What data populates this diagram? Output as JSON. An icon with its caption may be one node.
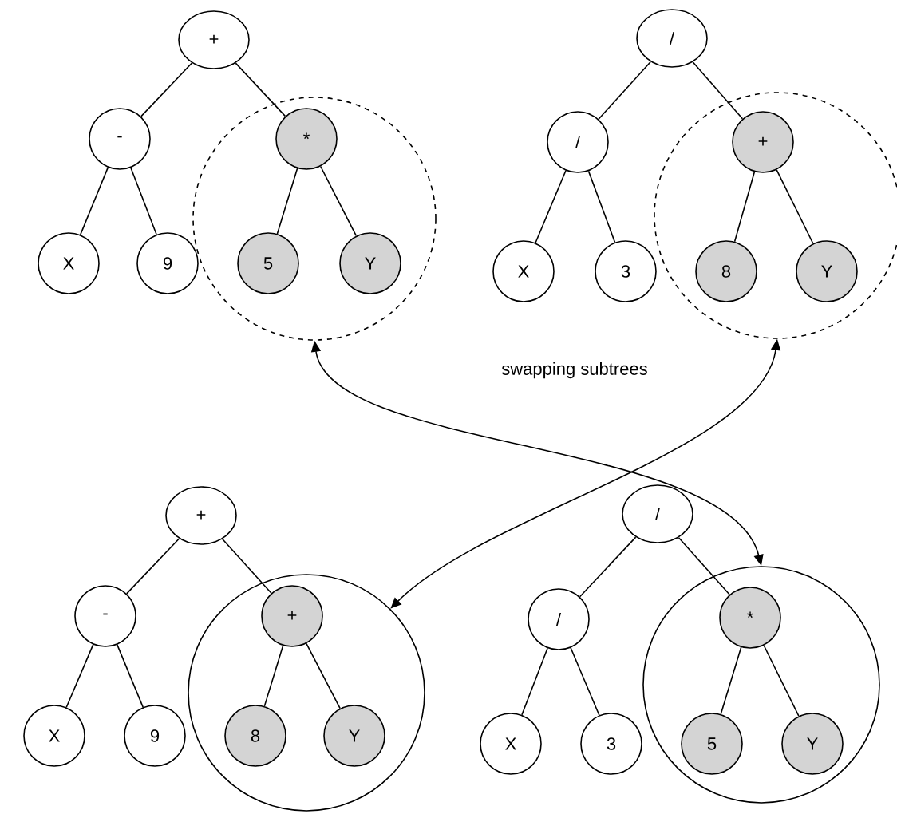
{
  "diagram": {
    "nodes": [
      {
        "text": [
          "+"
        ]
      },
      {
        "text": [
          "-"
        ]
      },
      {
        "text": [
          "X"
        ]
      },
      {
        "text": [
          "9"
        ]
      },
      {
        "text": [],
        "shape": "circle"
      },
      {
        "text": [
          "*"
        ],
        "in": 4
      },
      {
        "text": [
          "5"
        ],
        "in": 4
      },
      {
        "text": [
          "Y"
        ],
        "in": 4
      },
      {
        "text": [
          "/"
        ]
      },
      {
        "text": [
          "/"
        ]
      },
      {
        "text": [
          "X"
        ]
      },
      {
        "text": [
          "3"
        ]
      },
      {
        "text": [],
        "shape": "circle"
      },
      {
        "text": [
          "+"
        ],
        "in": 12
      },
      {
        "text": [
          "8"
        ],
        "in": 12
      },
      {
        "text": [
          "Y"
        ],
        "in": 12
      },
      {
        "text": [
          "+"
        ]
      },
      {
        "text": [
          "-"
        ]
      },
      {
        "text": [
          "X"
        ]
      },
      {
        "text": [
          "9"
        ]
      },
      {
        "text": [],
        "shape": "circle"
      },
      {
        "text": [
          "+"
        ],
        "in": 20
      },
      {
        "text": [
          "8"
        ],
        "in": 20
      },
      {
        "text": [
          "Y"
        ],
        "in": 20
      },
      {
        "text": [
          "/"
        ]
      },
      {
        "text": [
          "/"
        ]
      },
      {
        "text": [
          "X"
        ]
      },
      {
        "text": [
          "3"
        ]
      },
      {
        "text": [],
        "shape": "circle"
      },
      {
        "text": [
          "*"
        ],
        "in": 28
      },
      {
        "text": [
          "5"
        ],
        "in": 28
      },
      {
        "text": [
          "Y"
        ],
        "in": 28
      }
    ],
    "edges": [
      {
        "from": 0,
        "to": 1,
        "arrow": "none"
      },
      {
        "from": 0,
        "to": 5,
        "arrow": "none"
      },
      {
        "from": 1,
        "to": 2,
        "arrow": "none"
      },
      {
        "from": 1,
        "to": 3,
        "arrow": "none"
      },
      {
        "from": 5,
        "to": 6,
        "arrow": "none"
      },
      {
        "from": 5,
        "to": 7,
        "arrow": "none"
      },
      {
        "from": 8,
        "to": 9,
        "arrow": "none"
      },
      {
        "from": 8,
        "to": 13,
        "arrow": "none"
      },
      {
        "from": 9,
        "to": 10,
        "arrow": "none"
      },
      {
        "from": 9,
        "to": 11,
        "arrow": "none"
      },
      {
        "from": 13,
        "to": 14,
        "arrow": "none"
      },
      {
        "from": 13,
        "to": 15,
        "arrow": "none"
      },
      {
        "from": 16,
        "to": 17,
        "arrow": "none"
      },
      {
        "from": 16,
        "to": 21,
        "arrow": "none"
      },
      {
        "from": 17,
        "to": 18,
        "arrow": "none"
      },
      {
        "from": 17,
        "to": 19,
        "arrow": "none"
      },
      {
        "from": 21,
        "to": 22,
        "arrow": "none"
      },
      {
        "from": 21,
        "to": 23,
        "arrow": "none"
      },
      {
        "from": 24,
        "to": 25,
        "arrow": "none"
      },
      {
        "from": 24,
        "to": 29,
        "arrow": "none"
      },
      {
        "from": 25,
        "to": 26,
        "arrow": "none"
      },
      {
        "from": 25,
        "to": 27,
        "arrow": "none"
      },
      {
        "from": 29,
        "to": 30,
        "arrow": "none"
      },
      {
        "from": 29,
        "to": 31,
        "arrow": "none"
      },
      {
        "from": 4,
        "to": 28,
        "arrow": "both"
      },
      {
        "from": 12,
        "to": 20,
        "arrow": "both"
      }
    ],
    "labels": [
      "swapping subtrees"
    ]
  }
}
